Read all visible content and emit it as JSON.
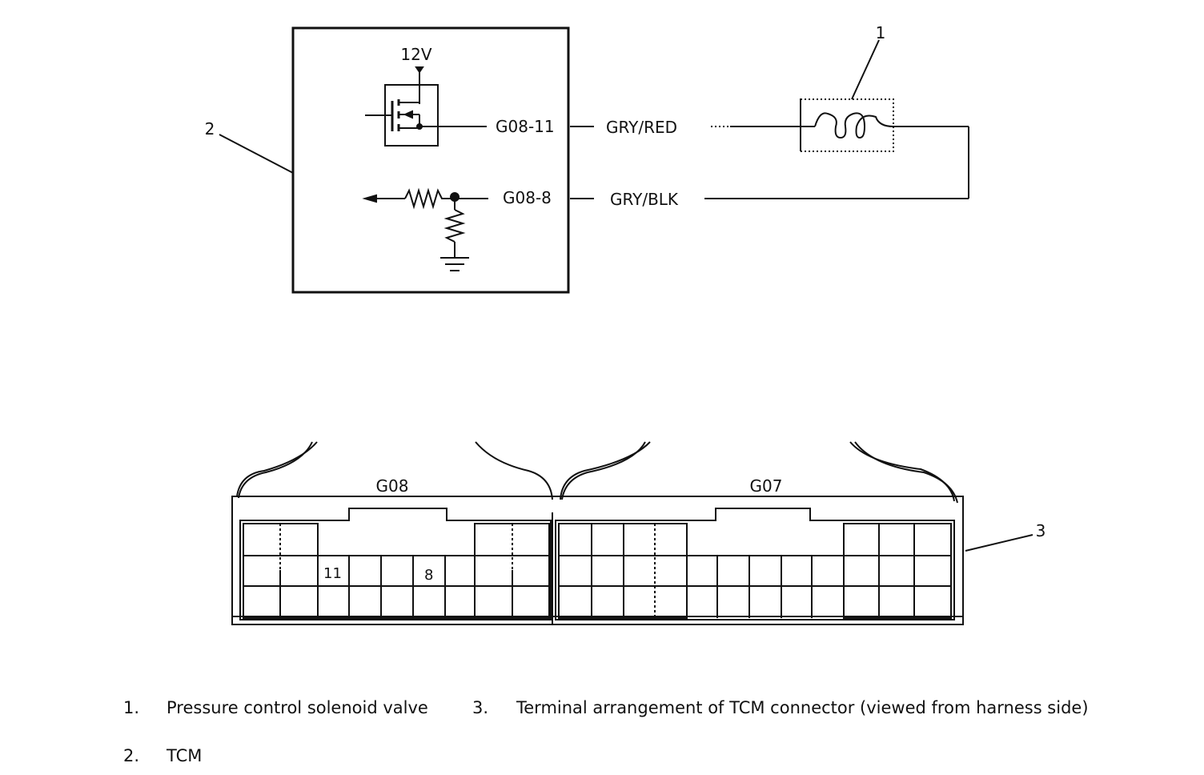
{
  "schematic": {
    "supply": "12V",
    "pins": {
      "solenoid_feed": "G08-11",
      "solenoid_return": "G08-8"
    },
    "wires": {
      "feed": "GRY/RED",
      "return": "GRY/BLK"
    },
    "callouts": {
      "solenoid": "1",
      "tcm": "2",
      "connector": "3"
    }
  },
  "connector": {
    "blocks": [
      "G08",
      "G07"
    ],
    "terminal_labels": [
      "11",
      "8"
    ]
  },
  "legend": [
    {
      "num": "1.",
      "text": "Pressure control solenoid valve"
    },
    {
      "num": "2.",
      "text": "TCM"
    },
    {
      "num": "3.",
      "text": "Terminal arrangement of TCM connector (viewed from harness side)"
    }
  ]
}
